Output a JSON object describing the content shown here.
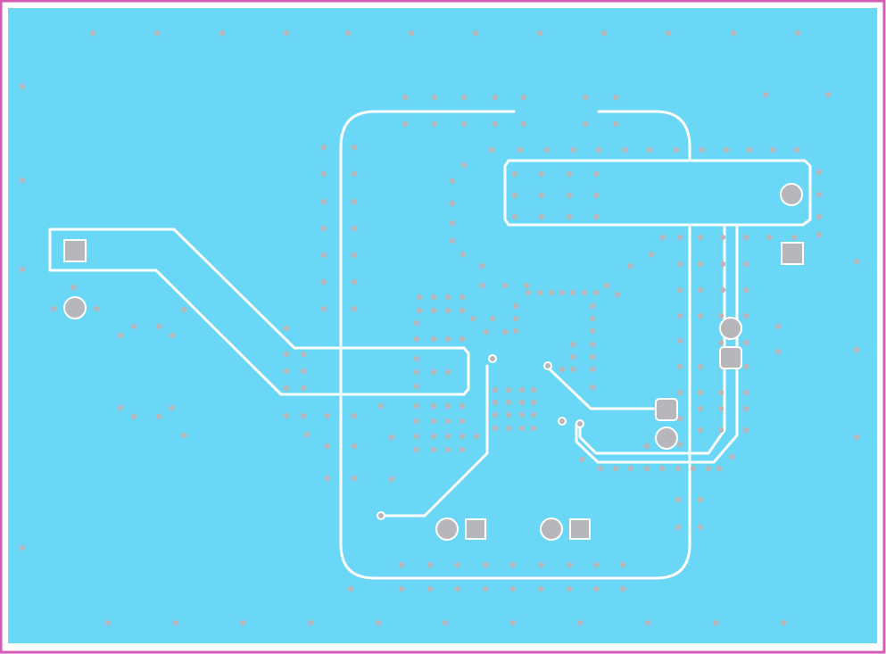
{
  "board": {
    "view": "pcb-copper-layer",
    "colors": {
      "outline": "#d65bb4",
      "copper": "#6ad7f7",
      "isolation": "#ffffff",
      "via": "#b7b7bb",
      "pad": "#b7b7bb"
    },
    "pads": [
      {
        "name": "pad-square",
        "shape": "square"
      },
      {
        "name": "pad-round",
        "shape": "round"
      },
      {
        "name": "pad-round",
        "shape": "round"
      },
      {
        "name": "pad-square",
        "shape": "square"
      },
      {
        "name": "pad-round",
        "shape": "round"
      },
      {
        "name": "pad-rounded-square",
        "shape": "rounded-square"
      },
      {
        "name": "pad-rounded-square",
        "shape": "rounded-square"
      },
      {
        "name": "pad-round",
        "shape": "round"
      },
      {
        "name": "pad-round",
        "shape": "round"
      },
      {
        "name": "pad-square",
        "shape": "square"
      },
      {
        "name": "pad-round",
        "shape": "round"
      },
      {
        "name": "pad-square",
        "shape": "square"
      }
    ]
  }
}
